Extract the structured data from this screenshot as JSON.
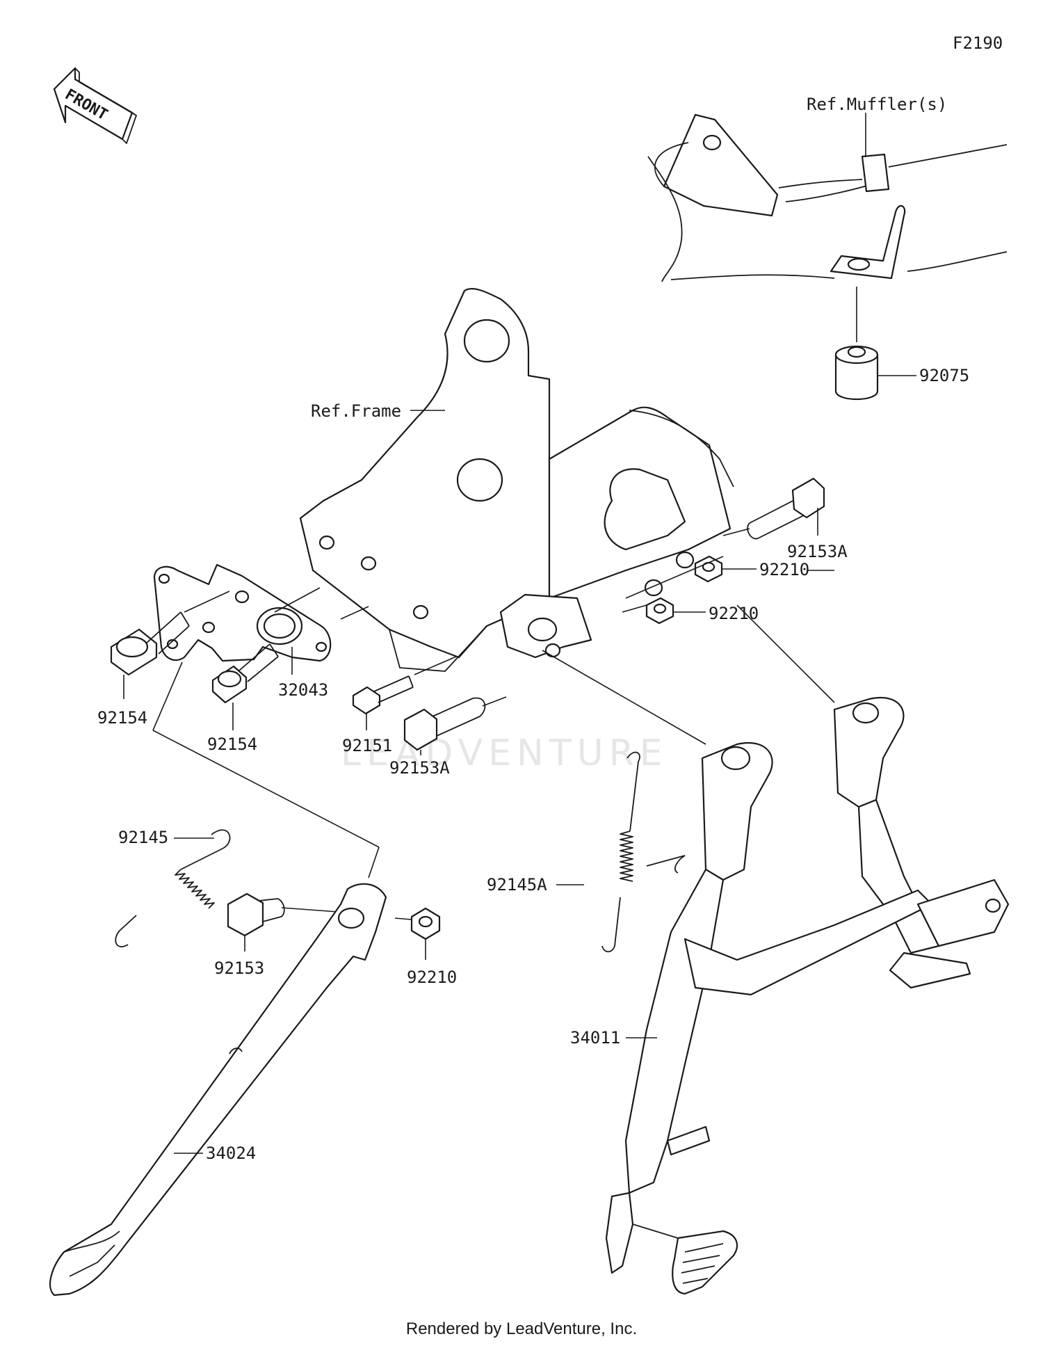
{
  "figure_id": "F2190",
  "front_label": "FRONT",
  "watermark": "LEADVENTURE",
  "credit": "Rendered by LeadVenture, Inc.",
  "refs": {
    "muffler": "Ref.Muffler(s)",
    "frame": "Ref.Frame"
  },
  "parts": {
    "p92075": "92075",
    "p92153A_right": "92153A",
    "p92210_upper": "92210",
    "p92210_lower": "92210",
    "p32043": "32043",
    "p92154_left": "92154",
    "p92154_right": "92154",
    "p92151": "92151",
    "p92153A_lower": "92153A",
    "p92145": "92145",
    "p92153": "92153",
    "p92210_side": "92210",
    "p92145A": "92145A",
    "p34011": "34011",
    "p34024": "34024"
  }
}
